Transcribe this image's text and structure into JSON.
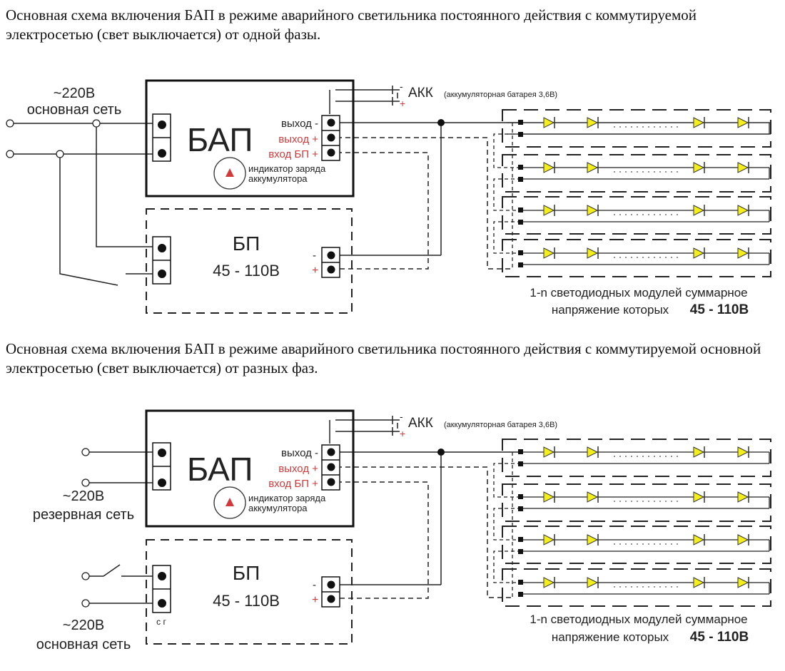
{
  "caption_1": "Основная схема включения БАП в режиме аварийного светильника постоянного действия с коммутируемой электросетью (свет выключается) от одной фазы.",
  "caption_2": "Основная схема включения БАП в режиме аварийного светильника постоянного действия с коммутируемой основной электросетью (свет выключается) от разных фаз.",
  "bap": {
    "title": "БАП",
    "out_minus": "выход -",
    "out_plus": "выход +",
    "in_plus": "вход БП +",
    "indicator_line1": "индикатор заряда",
    "indicator_line2": "аккумулятора"
  },
  "bp": {
    "title": "БП",
    "voltage": "45 - 110В",
    "minus": "-",
    "plus": "+"
  },
  "akk": {
    "label": "АКК",
    "note": "(аккумуляторная батарея 3,6В)",
    "minus": "-",
    "plus": "+"
  },
  "mains_1": {
    "voltage": "~220В",
    "name": "основная сеть"
  },
  "mains_reserve": {
    "voltage": "~220В",
    "name": "резервная сеть"
  },
  "mains_main_2": {
    "voltage": "~220В",
    "name": "основная сеть"
  },
  "terminal_letters": "с г",
  "led_note_line1": "1-n светодиодных модулей суммарное",
  "led_note_line2": "напряжение которых",
  "led_note_voltage": "45 - 110В",
  "colors": {
    "led_fill": "#f4ee1a",
    "red_label": "#d23a3a",
    "line": "#222222"
  }
}
